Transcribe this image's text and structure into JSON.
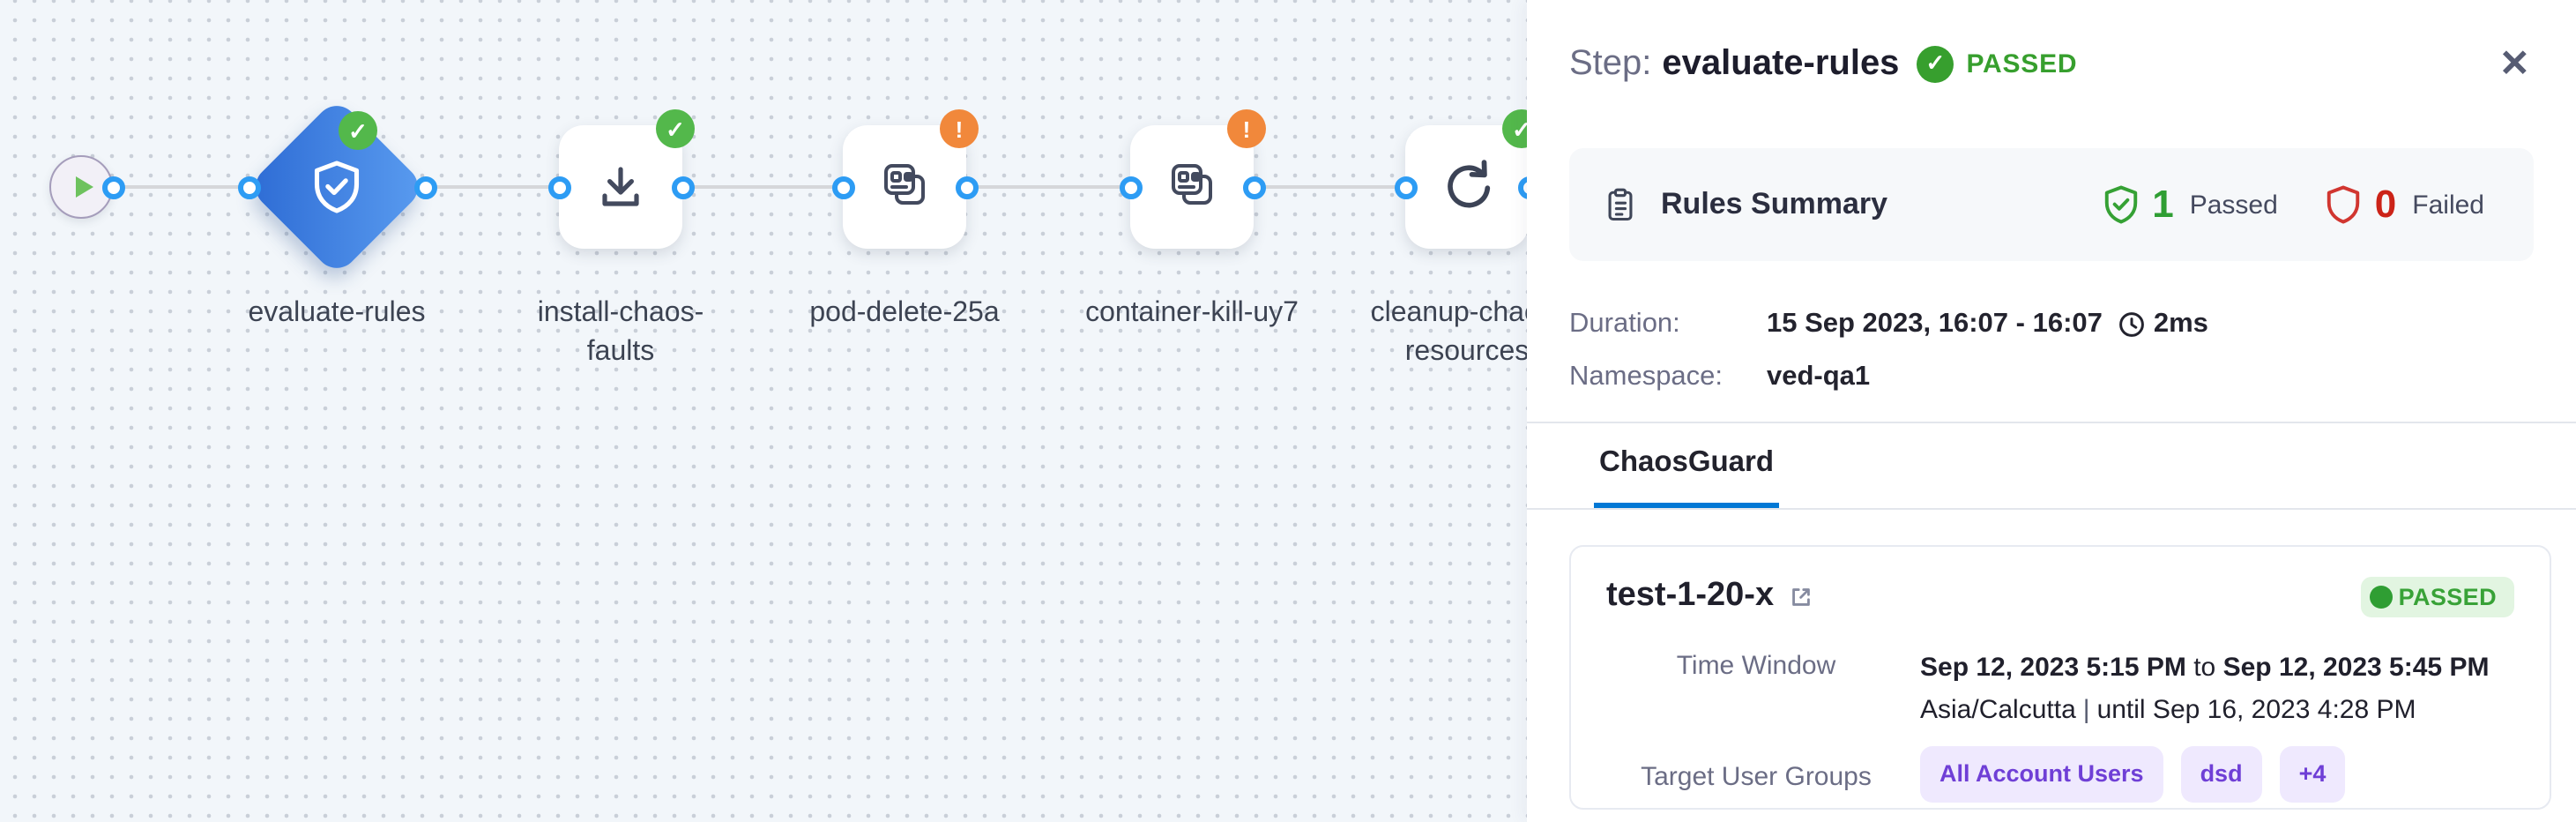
{
  "canvas": {
    "nodes": [
      {
        "label": "",
        "status": "start"
      },
      {
        "label": "evaluate-rules",
        "status": "passed"
      },
      {
        "label": "install-chaos-faults",
        "status": "passed"
      },
      {
        "label": "pod-delete-25a",
        "status": "warning"
      },
      {
        "label": "container-kill-uy7",
        "status": "warning"
      },
      {
        "label": "cleanup-chaos-resources",
        "status": "passed"
      }
    ]
  },
  "icons": {
    "check": "✓",
    "warning": "!",
    "close": "✕"
  },
  "panel": {
    "header": {
      "prefix": "Step:",
      "step_name": "evaluate-rules",
      "status": "PASSED"
    },
    "rules_summary": {
      "title": "Rules Summary",
      "passed_count": "1",
      "passed_label": "Passed",
      "failed_count": "0",
      "failed_label": "Failed"
    },
    "details": {
      "duration_label": "Duration:",
      "duration_value": "15 Sep 2023, 16:07 - 16:07",
      "duration_elapsed": "2ms",
      "namespace_label": "Namespace:",
      "namespace_value": "ved-qa1"
    },
    "tabs": {
      "chaosguard": "ChaosGuard"
    },
    "guard": {
      "name": "test-1-20-x",
      "status": "PASSED",
      "time_window_label": "Time Window",
      "time_start": "Sep 12, 2023 5:15 PM",
      "time_joiner": "to",
      "time_end": "Sep 12, 2023 5:45 PM",
      "timezone": "Asia/Calcutta",
      "separator": "|",
      "valid_until": "until Sep 16, 2023 4:28 PM",
      "target_user_groups_label": "Target User Groups",
      "groups": [
        "All Account Users",
        "dsd",
        "+4"
      ]
    }
  },
  "colors": {
    "primary_blue": "#0278d5",
    "node_blue": "#3b7fe0",
    "success_green": "#379f2e",
    "failure_red": "#cc2318",
    "warning_orange": "#f1883b",
    "chip_purple": "#6f3fd6",
    "canvas_bg": "#f2f6fa"
  }
}
